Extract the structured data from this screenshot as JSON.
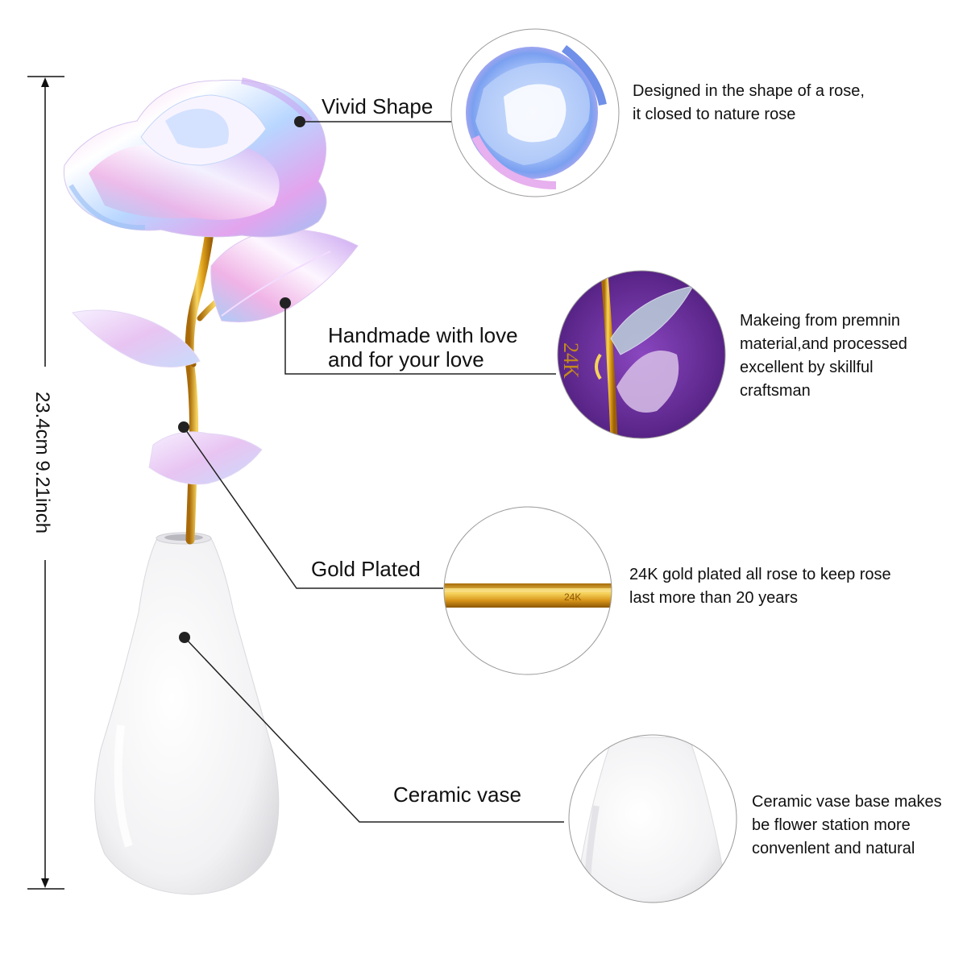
{
  "dimension_label": "23.4cm 9.21inch",
  "callouts": [
    {
      "label": [
        "Vivid Shape"
      ],
      "description": [
        "Designed in the shape of a rose,",
        "it closed to nature rose"
      ]
    },
    {
      "label": [
        "Handmade with love",
        "and for your love"
      ],
      "description": [
        "Makeing from premnin",
        "material,and processed",
        "excellent by skillful",
        "craftsman"
      ],
      "detail_text": "24K"
    },
    {
      "label": [
        "Gold Plated"
      ],
      "description": [
        "24K gold plated all rose to keep rose",
        "last more than 20 years"
      ]
    },
    {
      "label": [
        "Ceramic vase"
      ],
      "description": [
        "Ceramic vase base makes",
        "be flower station more",
        "convenlent and natural"
      ]
    }
  ],
  "colors": {
    "petal_pink": "#e7a6e8",
    "petal_blue": "#8fbff2",
    "petal_white": "#f4f0ff",
    "gold": "#d89a12",
    "gold_light": "#f6d35a",
    "purple_bg": "#6a2c9a",
    "vase": "#f4f4f6",
    "line": "#222222"
  }
}
